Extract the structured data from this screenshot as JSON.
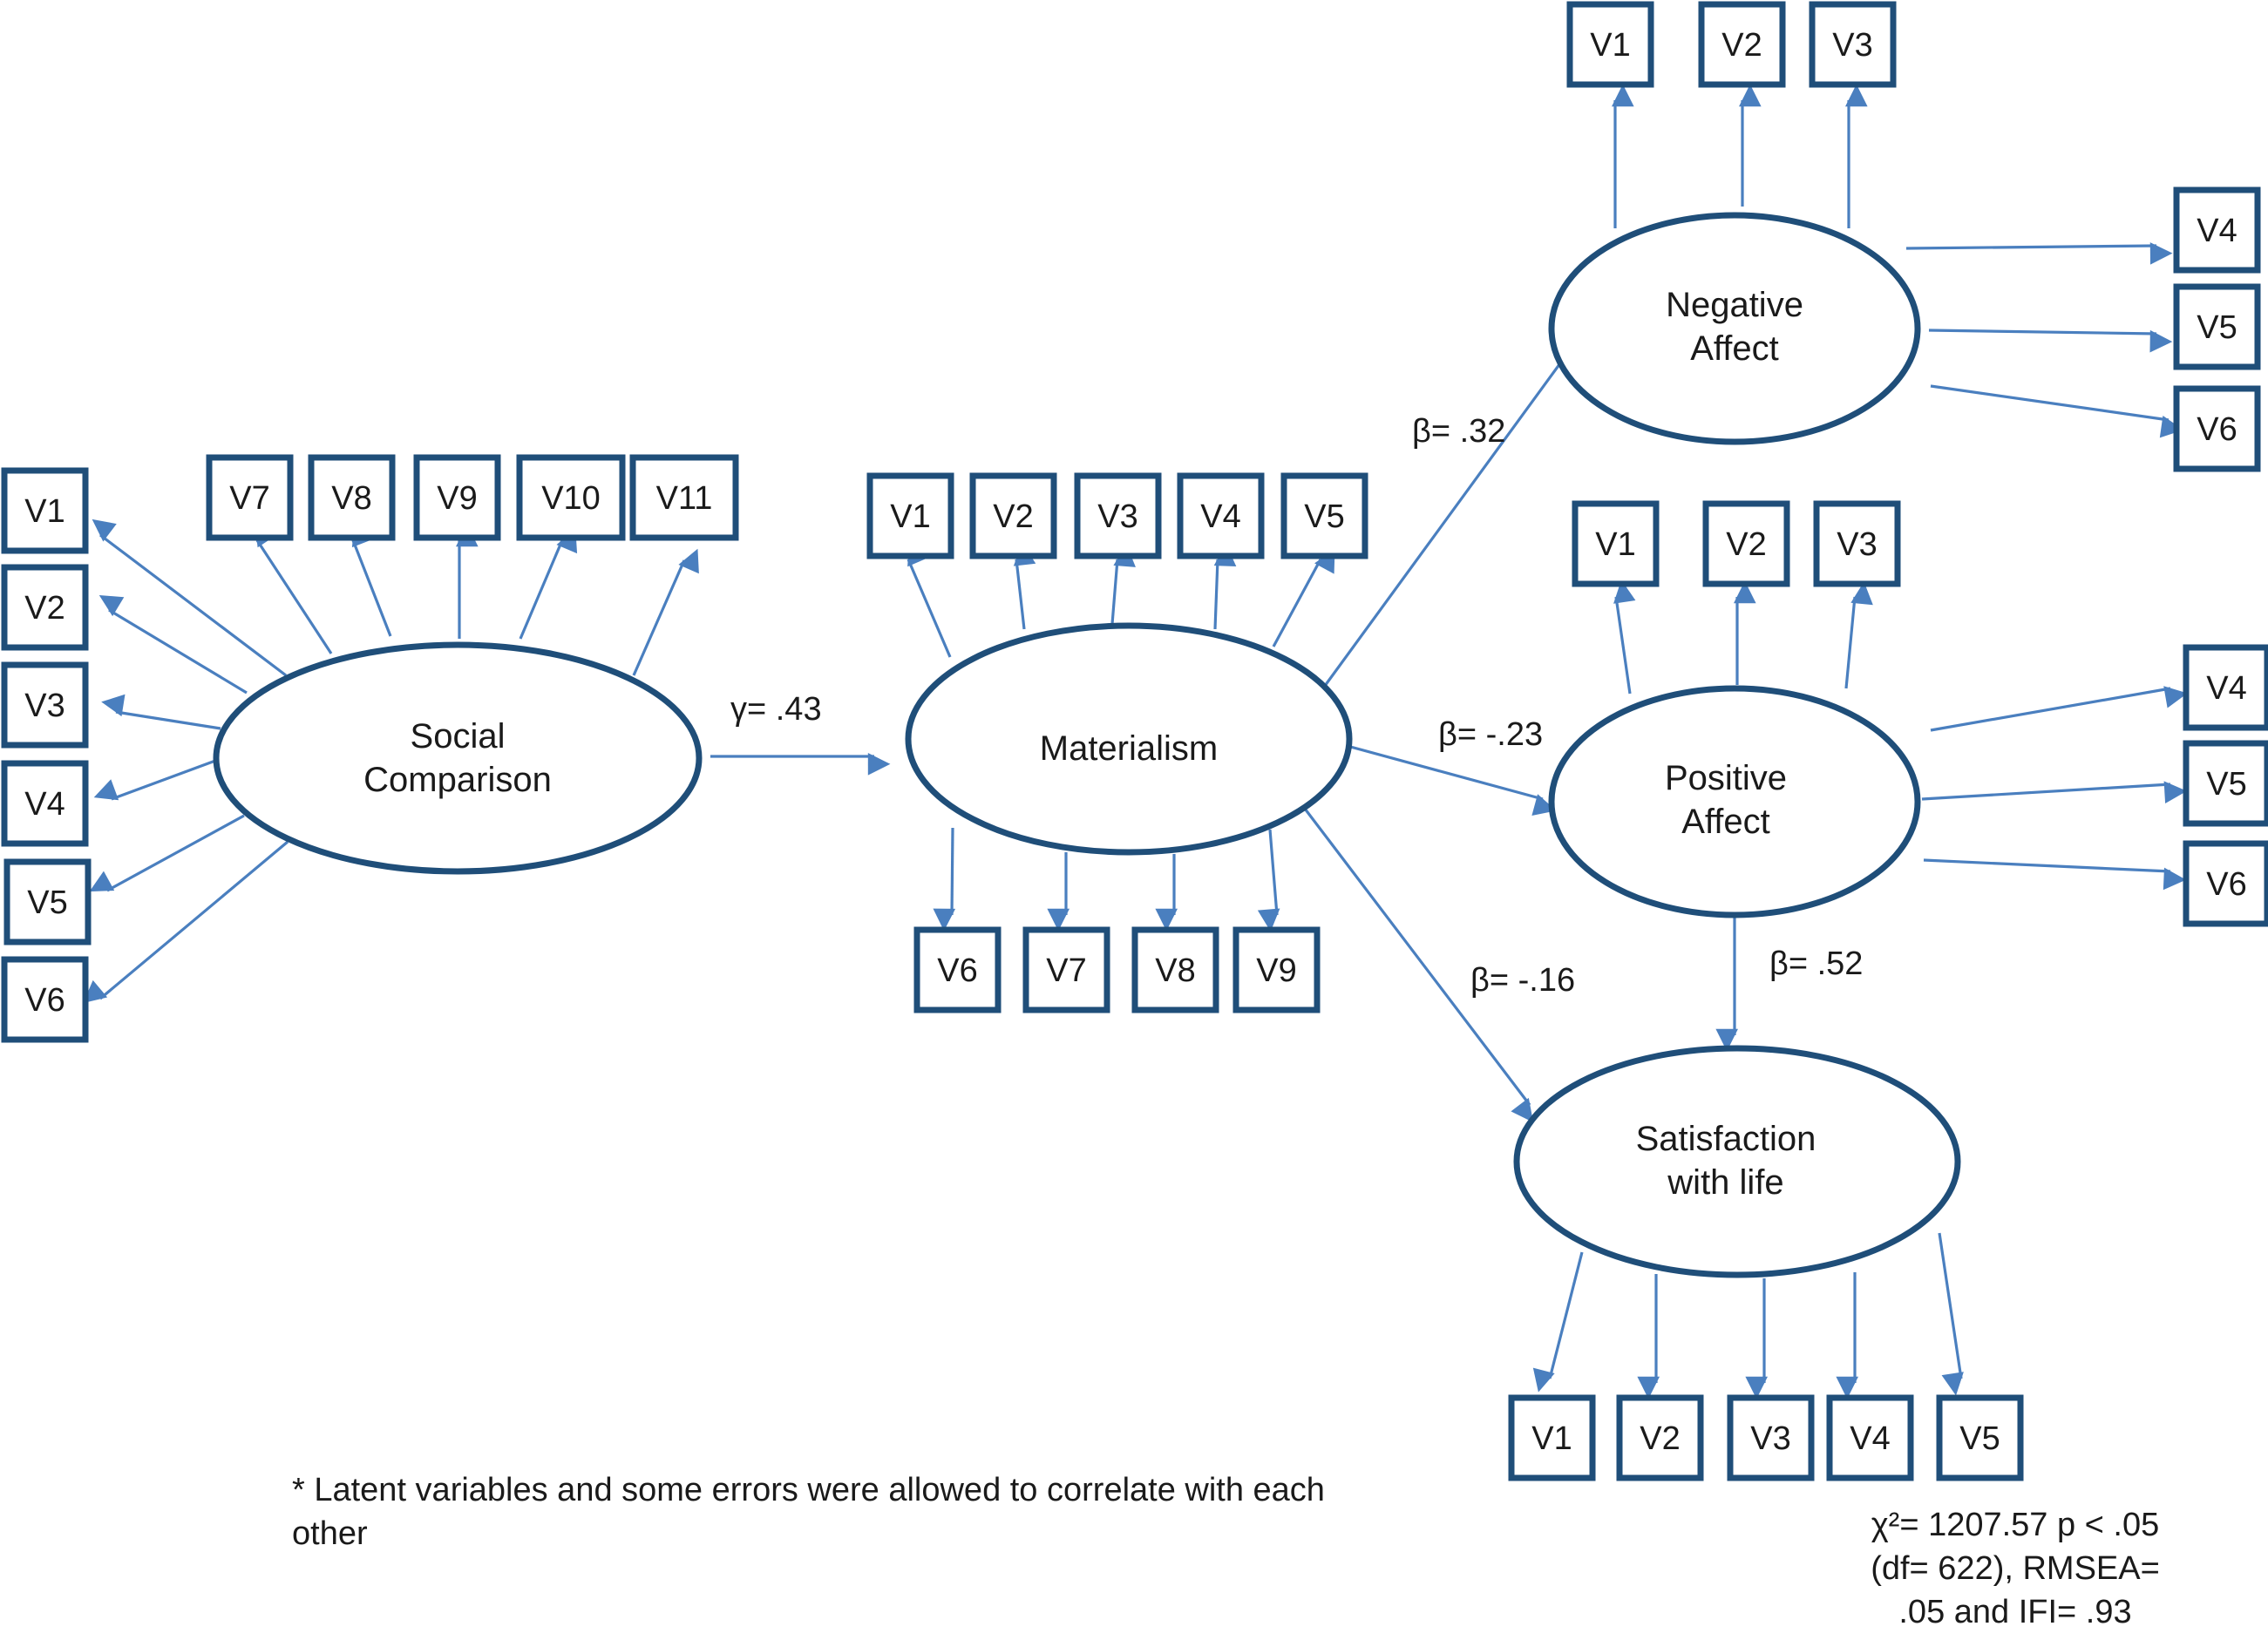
{
  "title": "",
  "latents": {
    "social_comparison": {
      "line1": "Social",
      "line2": "Comparison"
    },
    "materialism": {
      "line1": "Materialism"
    },
    "negative_affect": {
      "line1": "Negative",
      "line2": "Affect"
    },
    "positive_affect": {
      "line1": "Positive",
      "line2": "Affect"
    },
    "satisfaction": {
      "line1": "Satisfaction",
      "line2": "with life"
    }
  },
  "indicators": {
    "social_comparison": [
      "V1",
      "V2",
      "V3",
      "V4",
      "V5",
      "V6",
      "V7",
      "V8",
      "V9",
      "V10",
      "V11"
    ],
    "materialism": [
      "V1",
      "V2",
      "V3",
      "V4",
      "V5",
      "V6",
      "V7",
      "V8",
      "V9"
    ],
    "negative_affect": [
      "V1",
      "V2",
      "V3",
      "V4",
      "V5",
      "V6"
    ],
    "positive_affect": [
      "V1",
      "V2",
      "V3",
      "V4",
      "V5",
      "V6"
    ],
    "satisfaction": [
      "V1",
      "V2",
      "V3",
      "V4",
      "V5"
    ]
  },
  "paths": {
    "sc_to_mat": "γ= .43",
    "mat_to_na": "β= .32",
    "mat_to_pa": "β= -.23",
    "mat_to_swl": "β= -.16",
    "pa_to_swl": "β= .52"
  },
  "note": {
    "line1": "* Latent variables and some errors were allowed to correlate with each",
    "line2": "other"
  },
  "fit": {
    "line1": "χ²= 1207.57 p < .05",
    "line2": "(df= 622),  RMSEA=",
    "line3": ".05 and IFI= .93"
  },
  "colors": {
    "box_stroke": "#1f4e79",
    "arrow": "#4a7fbf"
  }
}
